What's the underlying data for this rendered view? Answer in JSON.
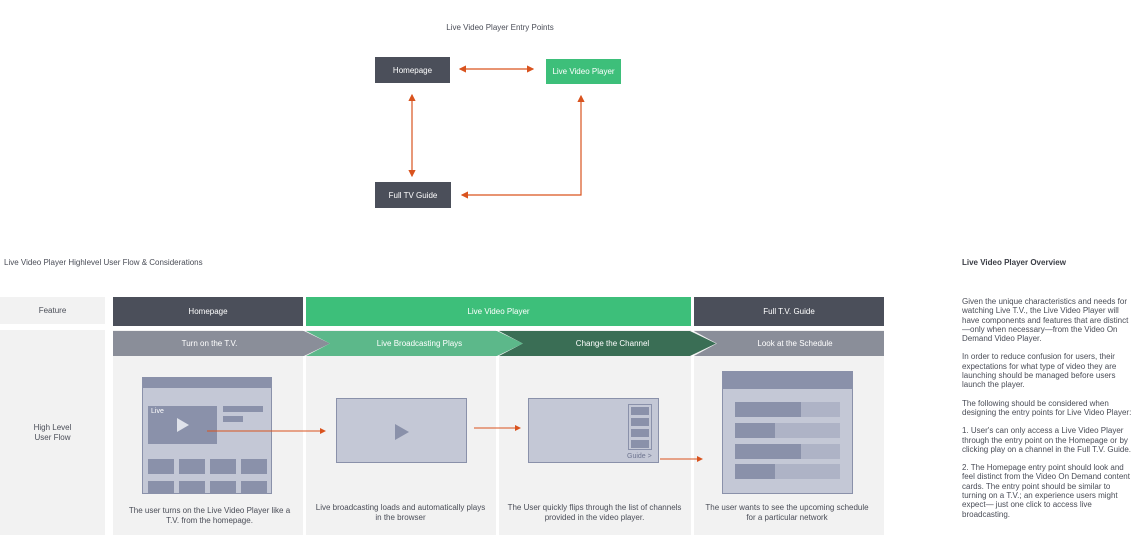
{
  "entry_points": {
    "title": "Live Video Player Entry Points",
    "homepage": "Homepage",
    "live_player": "Live Video Player",
    "tv_guide": "Full TV Guide"
  },
  "flow": {
    "title": "Live Video Player Highlevel User Flow & Considerations",
    "feature_label": "Feature",
    "user_flow_label": "High Level\nUser Flow",
    "features": [
      "Homepage",
      "Live Video Player",
      "Full T.V. Guide"
    ],
    "steps": [
      "Turn on the T.V.",
      "Live Broadcasting Plays",
      "Change the Channel",
      "Look at the Schedule"
    ],
    "live_tag": "Live",
    "guide_tag": "Guide >",
    "captions": [
      "The user turns on the Live Video Player like a T.V. from the homepage.",
      "Live broadcasting loads and automatically plays in the browser",
      "The User quickly flips through the list of channels provided in the video player.",
      "The user wants to see the upcoming schedule for a particular network"
    ]
  },
  "overview": {
    "title": "Live Video Player Overview",
    "p1": "Given the unique characteristics and needs for watching Live T.V., the Live Video Player will have components and features that are distinct—only when necessary—from the Video On Demand Video Player.",
    "p2": "In order to reduce confusion for users, their expectations for what type of video they are launching should be managed before users launch the player.",
    "p3": "The following should be considered when designing the entry points for Live Video Player:",
    "p4": "1. User's can only access a Live Video Player through the entry point on the Homepage or by clicking play on a channel in the Full T.V. Guide.",
    "p5": "2. The Homepage entry point should look and feel distinct from the Video On Demand content cards. The entry point should be similar to turning on a T.V.; an experience users might expect— just one click to access live broadcasting."
  },
  "colors": {
    "dark": "#4b4f5a",
    "green": "#3dbf7a",
    "arrow": "#d9531e",
    "wire": "#8a91aa"
  }
}
